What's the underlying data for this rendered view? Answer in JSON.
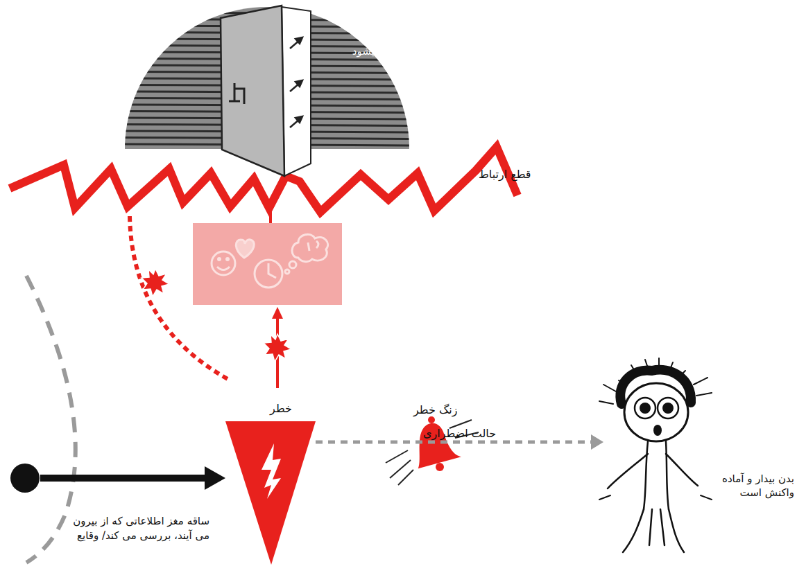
{
  "diagram": {
    "nodes": [
      {
        "text": [
          "دروازه بسته میشود"
        ]
      },
      {
        "text": [
          "خطر"
        ]
      },
      {
        "text": [
          "بدن بیدار و آماده واکنش است"
        ]
      },
      {
        "text": [
          "ساقه مغز اطلاعاتی که از بیرون می آیند، بررسی می کند/ وقایع"
        ]
      }
    ],
    "edges": [
      {
        "from": 3,
        "to": 1,
        "arrow": "to"
      },
      {
        "from": 1,
        "to": 2,
        "label": "حالت اضطراری",
        "arrow": "to"
      }
    ],
    "labels": [
      "قطع ارتباط",
      "زنگ خطر"
    ]
  }
}
